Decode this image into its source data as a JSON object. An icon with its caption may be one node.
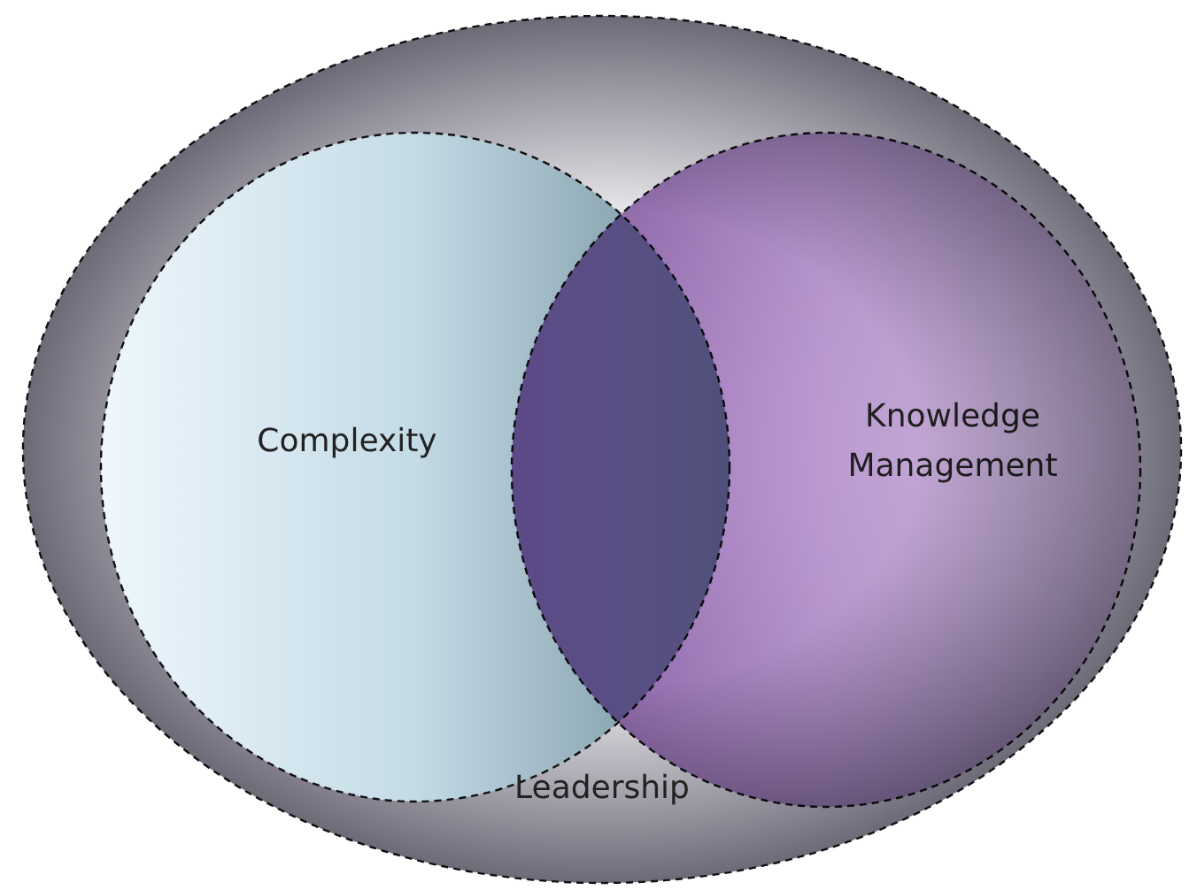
{
  "diagram": {
    "nodes": [
      {
        "text": [
          "Leadership"
        ]
      },
      {
        "text": [
          "Complexity"
        ],
        "in": 0
      },
      {
        "text": [
          "Knowledge Management"
        ],
        "in": 0
      }
    ]
  }
}
